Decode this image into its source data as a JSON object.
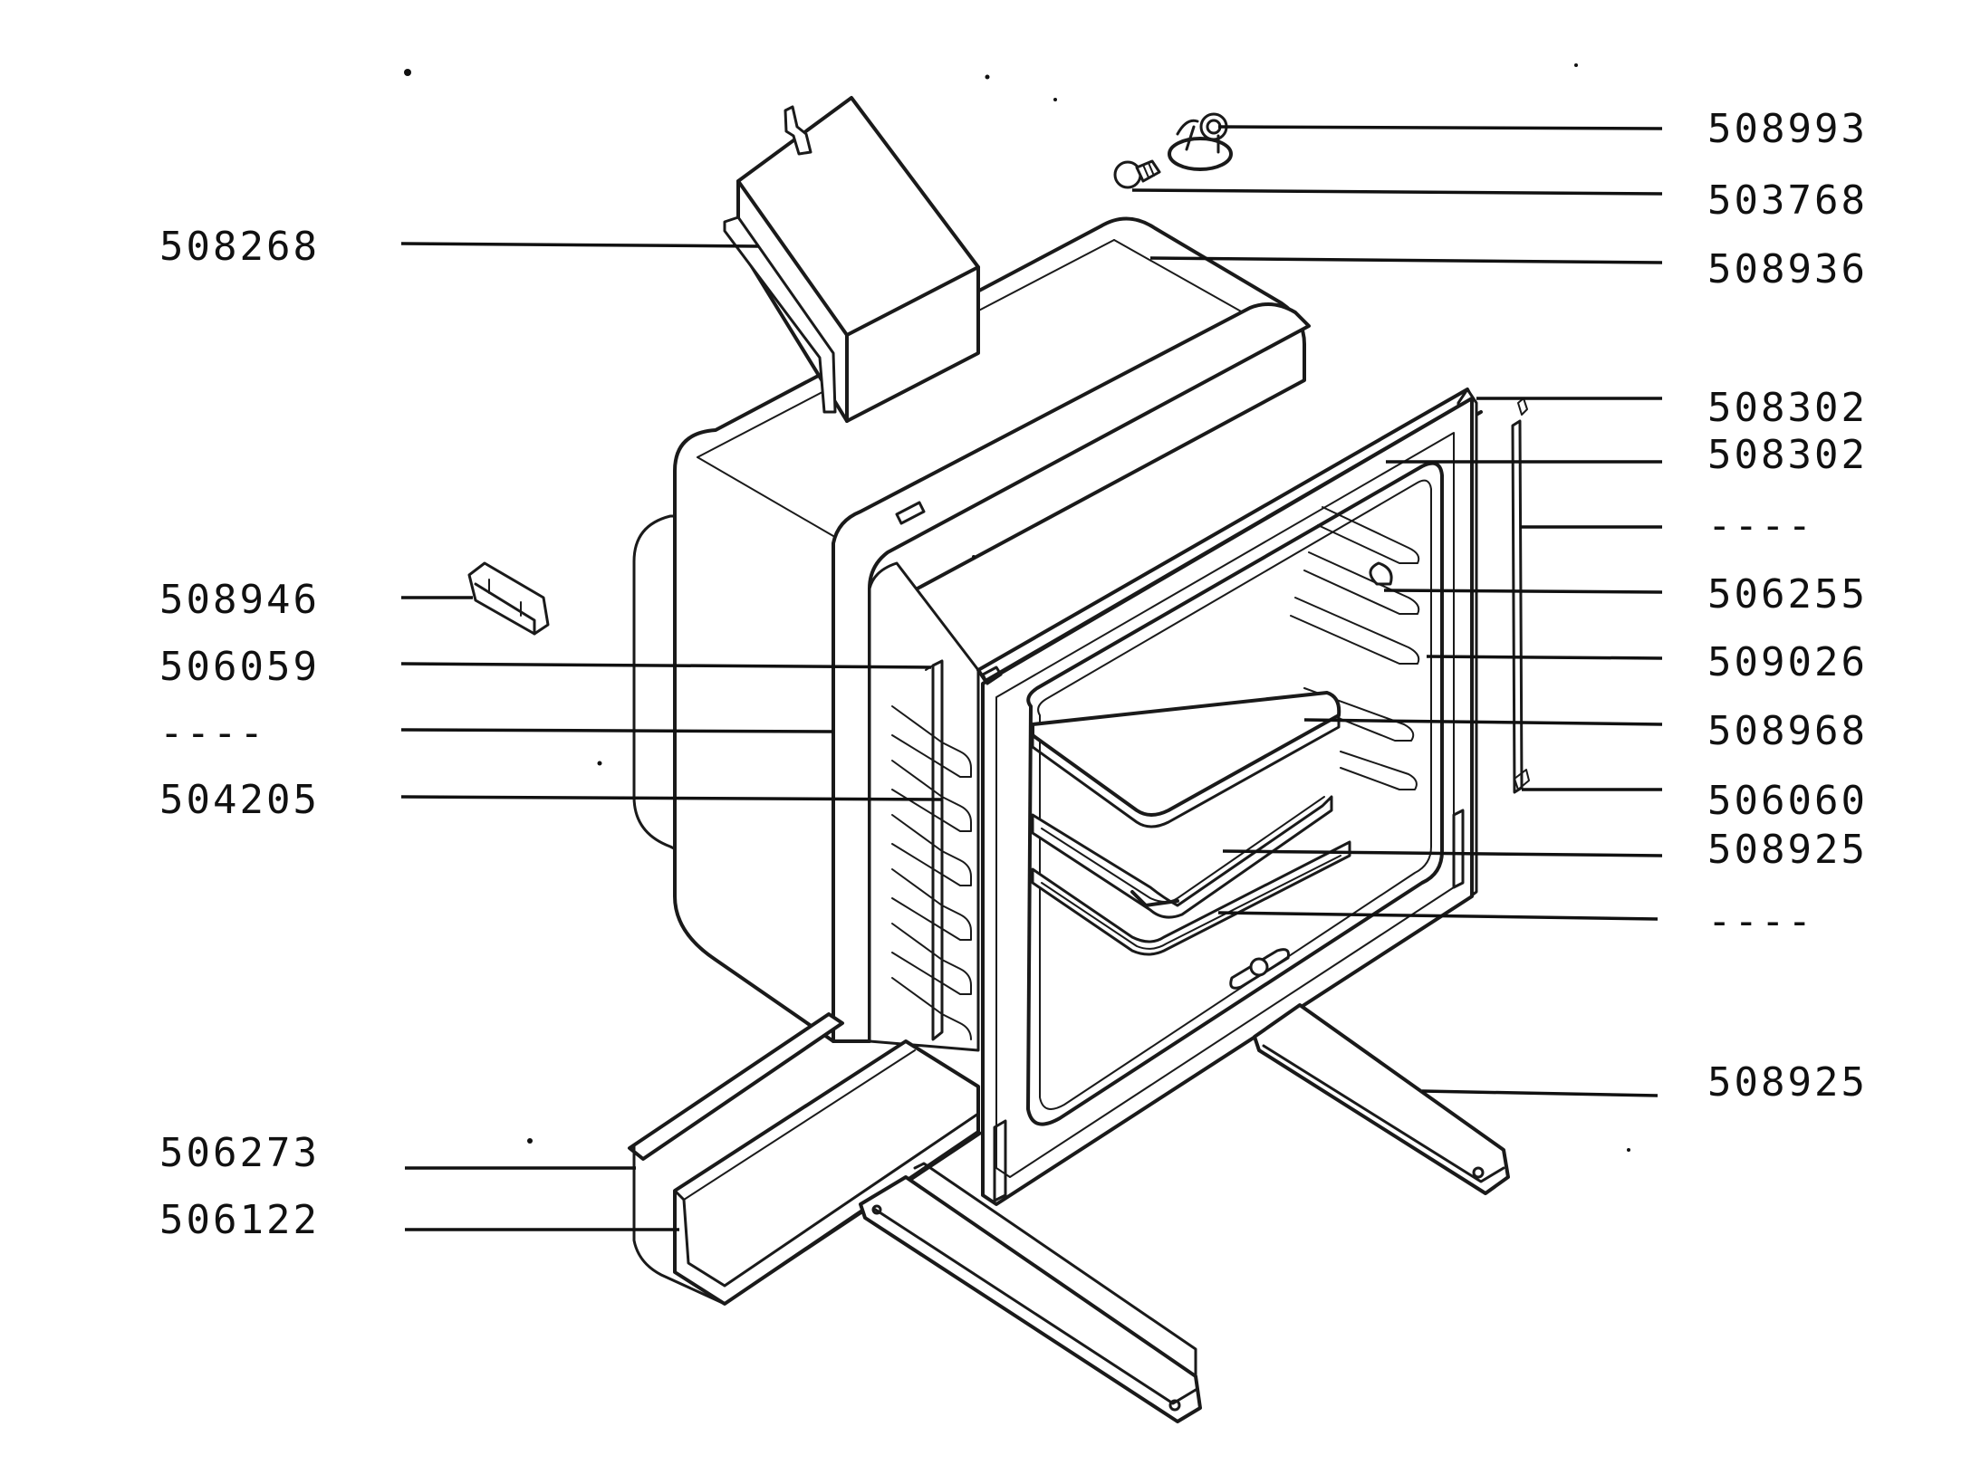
{
  "labels_left": [
    {
      "id": "lbl-l1",
      "text": "508268"
    },
    {
      "id": "lbl-l2",
      "text": "508946"
    },
    {
      "id": "lbl-l3",
      "text": "506059"
    },
    {
      "id": "lbl-l4",
      "text": "----"
    },
    {
      "id": "lbl-l5",
      "text": "504205"
    },
    {
      "id": "lbl-l6",
      "text": "506273"
    },
    {
      "id": "lbl-l7",
      "text": "506122"
    }
  ],
  "labels_right": [
    {
      "id": "lbl-r1",
      "text": "508993"
    },
    {
      "id": "lbl-r2",
      "text": "503768"
    },
    {
      "id": "lbl-r3",
      "text": "508936"
    },
    {
      "id": "lbl-r4",
      "text": "508302"
    },
    {
      "id": "lbl-r5",
      "text": "508302"
    },
    {
      "id": "lbl-r6",
      "text": "----"
    },
    {
      "id": "lbl-r7",
      "text": "506255"
    },
    {
      "id": "lbl-r8",
      "text": "509026"
    },
    {
      "id": "lbl-r9",
      "text": "508968"
    },
    {
      "id": "lbl-r10",
      "text": "506060"
    },
    {
      "id": "lbl-r11",
      "text": "508925"
    },
    {
      "id": "lbl-r12",
      "text": "----"
    },
    {
      "id": "lbl-r13",
      "text": "508925"
    }
  ]
}
